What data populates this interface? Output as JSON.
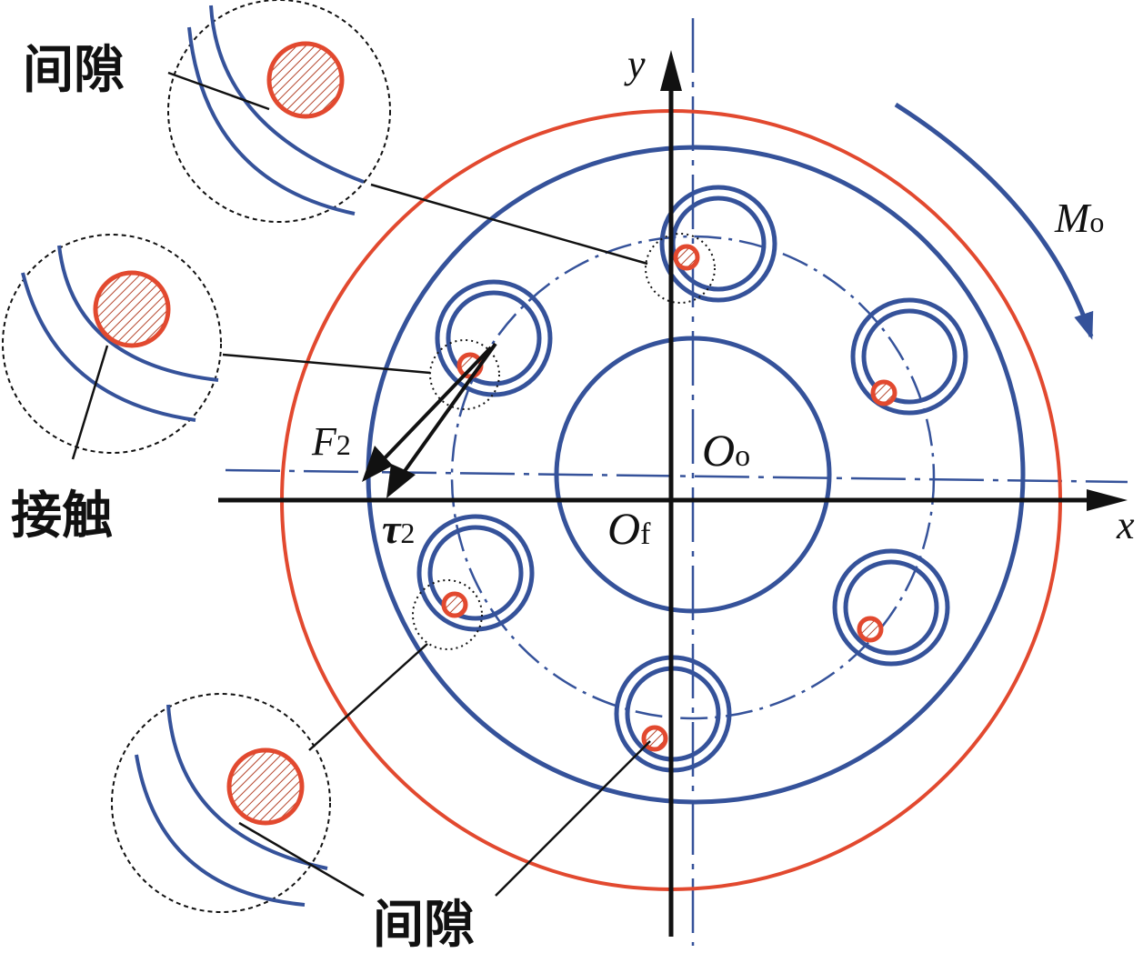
{
  "labels": {
    "y_axis": "y",
    "x_axis": "x",
    "moment": "M",
    "moment_sub": "o",
    "force": "F",
    "force_sub": "2",
    "tau": "τ",
    "tau_sub": "2",
    "origin_o": "O",
    "origin_o_sub": "o",
    "origin_f": "O",
    "origin_f_sub": "f",
    "gap_top": "间隙",
    "contact": "接触",
    "gap_bottom": "间隙"
  },
  "colors": {
    "blue": "#35529a",
    "red": "#e2492f",
    "black": "#111111"
  }
}
